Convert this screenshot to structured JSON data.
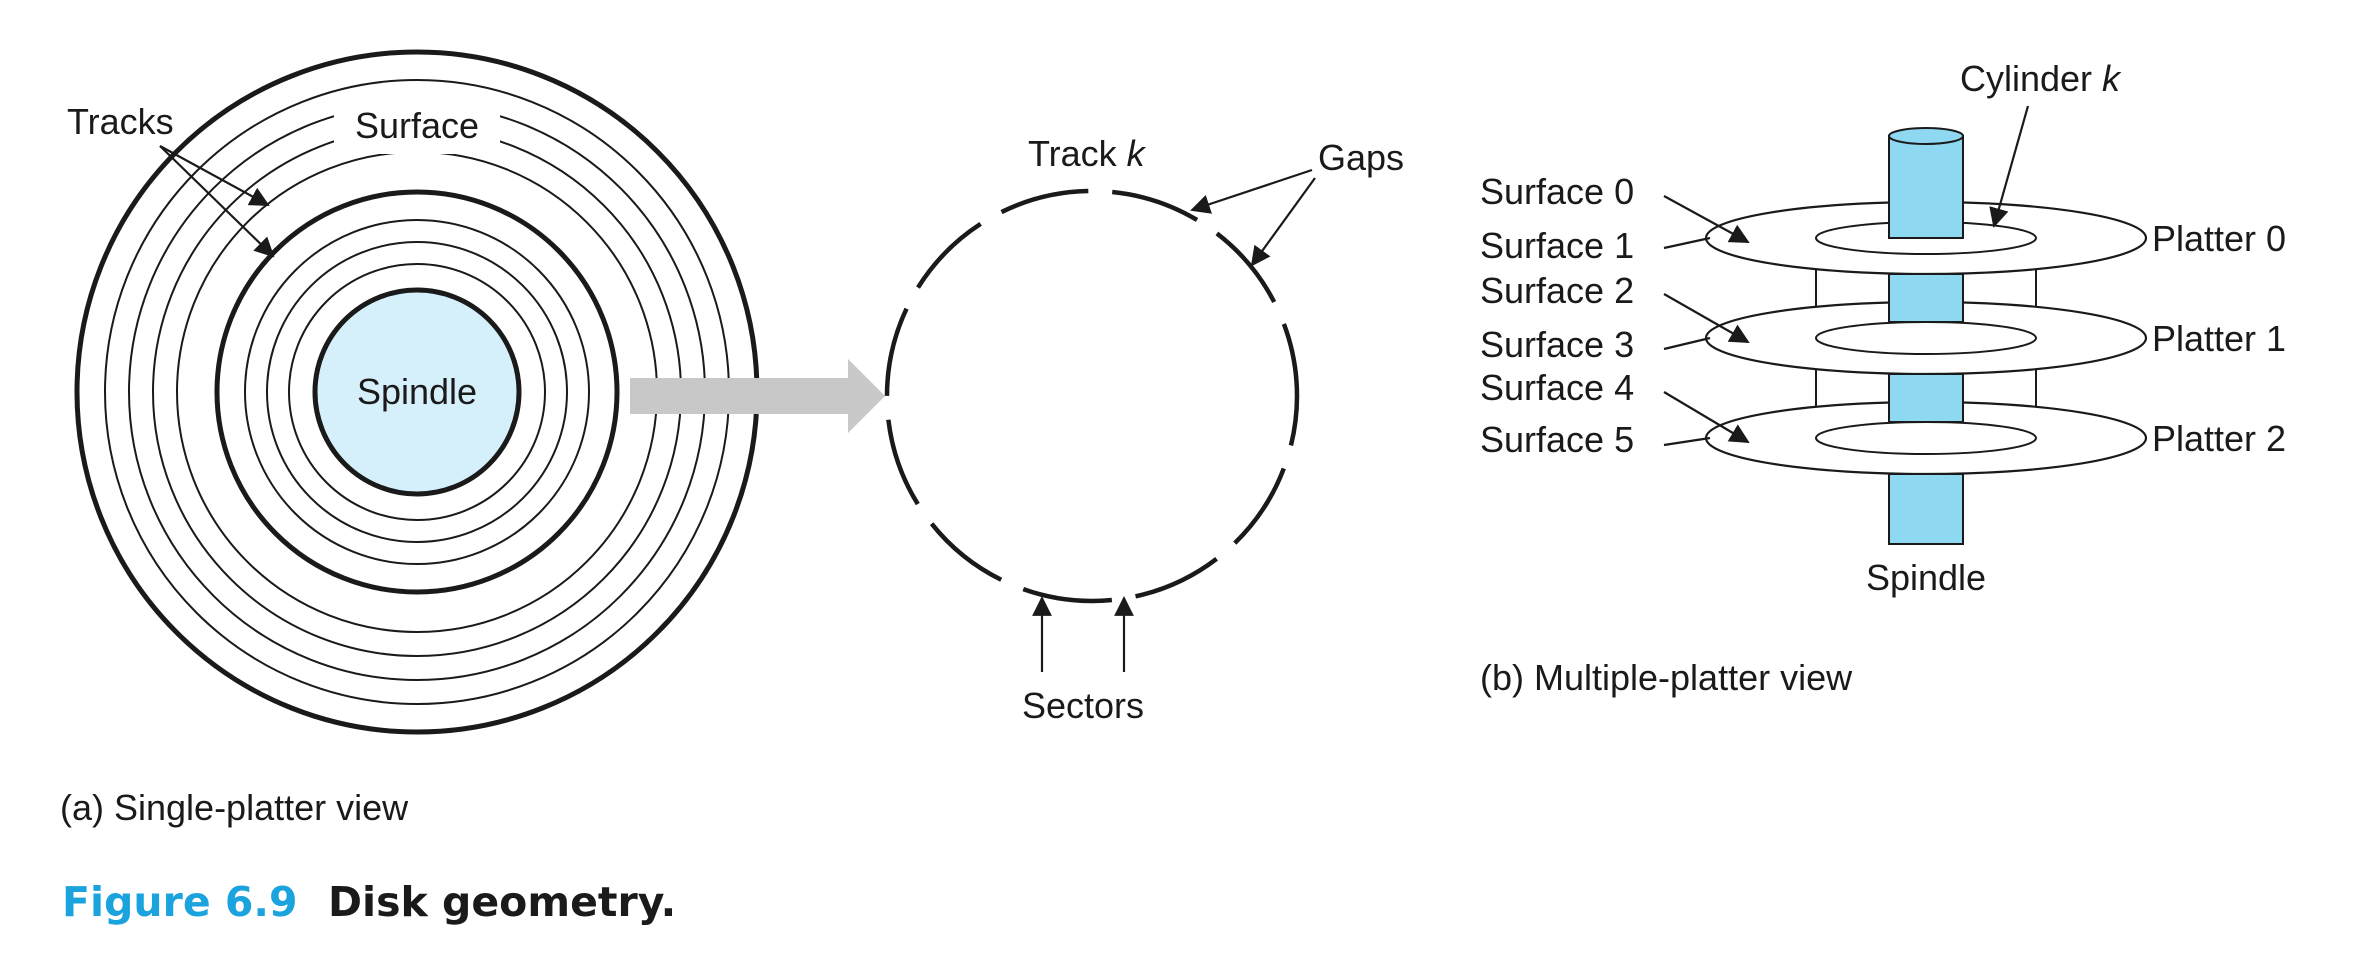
{
  "single_platter": {
    "labels": {
      "tracks": "Tracks",
      "surface": "Surface",
      "spindle": "Spindle",
      "track_k_prefix": "Track ",
      "track_k_var": "k",
      "gaps": "Gaps",
      "sectors": "Sectors"
    },
    "caption": "(a) Single-platter view"
  },
  "multi_platter": {
    "labels": {
      "cylinder_prefix": "Cylinder ",
      "cylinder_var": "k",
      "spindle": "Spindle",
      "surfaces": [
        "Surface 0",
        "Surface 1",
        "Surface 2",
        "Surface 3",
        "Surface 4",
        "Surface 5"
      ],
      "platters": [
        "Platter 0",
        "Platter 1",
        "Platter 2"
      ]
    },
    "caption": "(b) Multiple-platter view"
  },
  "figure": {
    "number": "Figure 6.9",
    "title": "Disk geometry."
  },
  "colors": {
    "spindle_disk_fill": "#d6f0fb",
    "spindle_cylinder_fill": "#8fd8f2",
    "arrow_fill": "#c8c8c8",
    "figure_number": "#1aa3dc"
  }
}
